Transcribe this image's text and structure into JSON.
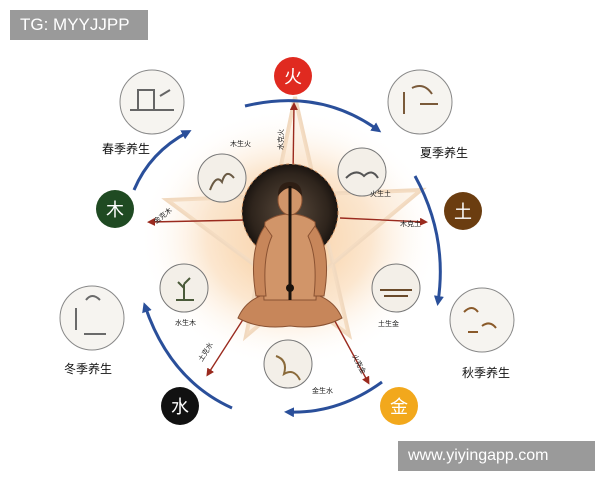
{
  "watermark_top": "TG: MYYJJPP",
  "watermark_bottom": "www.yiyingapp.com",
  "elements": [
    {
      "key": "fire",
      "char": "火",
      "color": "#e02a20"
    },
    {
      "key": "earth",
      "char": "土",
      "color": "#6b3d10"
    },
    {
      "key": "metal",
      "char": "金",
      "color": "#f2a81c"
    },
    {
      "key": "water",
      "char": "水",
      "color": "#111111"
    },
    {
      "key": "wood",
      "char": "木",
      "color": "#1f4a22"
    }
  ],
  "seasons": {
    "spring": "春季养生",
    "summer": "夏季养生",
    "autumn": "秋季养生",
    "winter": "冬季养生"
  },
  "relations": {
    "wood_gen_fire": "木生火",
    "fire_gen_earth": "火生土",
    "earth_gen_metal": "土生金",
    "metal_gen_water": "金生水",
    "water_gen_wood": "水生木",
    "water_ctrl_fire": "水克火",
    "wood_ctrl_earth": "木克土",
    "fire_ctrl_metal": "火克金",
    "earth_ctrl_water": "土克水",
    "metal_ctrl_wood": "金克木"
  },
  "colors": {
    "arrow_blue": "#2a4f9a",
    "control_red": "#9a2a1e",
    "glow": "#f6c58a",
    "skin": "#c8895a"
  }
}
